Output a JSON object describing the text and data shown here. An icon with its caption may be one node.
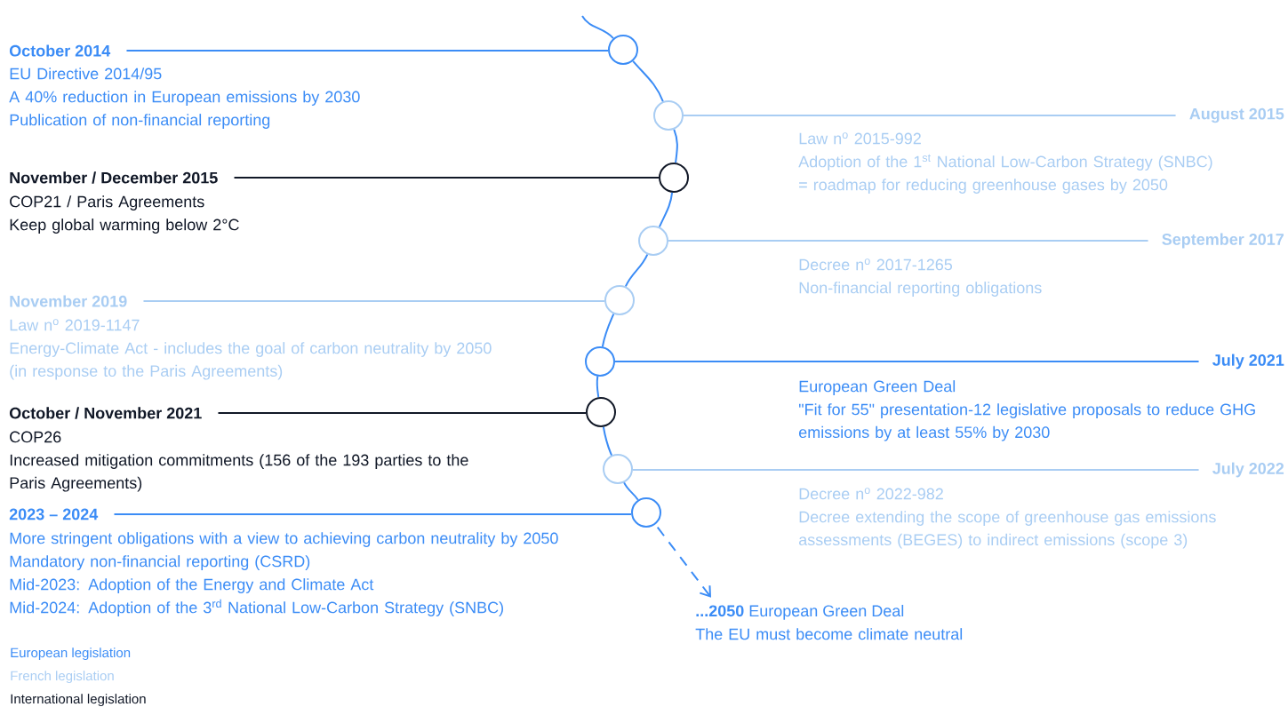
{
  "diagram": {
    "nodes": [
      {
        "text": [
          "October 2014",
          "EU Directive 2014/95",
          "A 40% reduction in European emissions by 2030",
          "Publication of non-financial reporting"
        ]
      },
      {
        "text": [],
        "shape": "circle"
      },
      {
        "text": [],
        "shape": "circle"
      },
      {
        "text": [
          "August 2015",
          "Law n$^{o}$ 2015-992",
          "Adoption of the 1$^{st}$ National Low-Carbon Strategy (SNBC)",
          "= roadmap for reducing greenhouse gases by 2050"
        ]
      },
      {
        "text": [
          "November / December 2015",
          "COP21 / Paris Agreements",
          "Keep global warming below 2°C"
        ]
      },
      {
        "text": [],
        "shape": "circle"
      },
      {
        "text": [],
        "shape": "circle"
      },
      {
        "text": [
          "September 2017",
          "Decree n$^{o}$ 2017-1265",
          "Non-financial reporting obligations"
        ]
      },
      {
        "text": [
          "November 2019",
          "Law n$^{o}$ 2019-1147",
          "Energy-Climate Act - includes the goal of carbon neutrality by 2050 (in response to the Paris Agreements)"
        ]
      },
      {
        "text": [],
        "shape": "circle"
      },
      {
        "text": [],
        "shape": "circle"
      },
      {
        "text": [
          "July 2021",
          "European Green Deal",
          "\"Fit for 55\" presentation-12 legislative proposals to reduce GHG emissions by at least 55% by 2030"
        ]
      },
      {
        "text": [
          "October / November 2021",
          "COP26",
          "Increased mitigation commitments (156 of the 193 parties to the Paris Agreements)"
        ]
      },
      {
        "text": [],
        "shape": "circle"
      },
      {
        "text": [],
        "shape": "circle"
      },
      {
        "text": [
          "July 2022",
          "Decree n$^{o}$ 2022-982",
          "Decree extending the scope of greenhouse gas emissions assessments (BEGES) to indirect emissions (scope 3)"
        ]
      },
      {
        "text": [
          "2023 – 2024",
          "More stringent obligations with a view to achieving carbon neutrality by 2050",
          "Mandatory non-financial reporting (CSRD)",
          "Mid-2023: Adoption of the Energy and Climate Act",
          "Mid-2024: Adoption of the 3$^{rd}$ National Low-Carbon Strategy (SNBC)"
        ]
      },
      {
        "text": [],
        "shape": "circle"
      },
      {
        "text": [
          "**...2050** European Green Deal",
          "The EU must become climate neutral"
        ]
      }
    ],
    "edges": [
      {
        "from": null,
        "to": 1,
        "arrow": "none"
      },
      {
        "from": 1,
        "to": 2,
        "arrow": "none"
      },
      {
        "from": 2,
        "to": 5,
        "arrow": "none"
      },
      {
        "from": 5,
        "to": 6,
        "arrow": "none"
      },
      {
        "from": 6,
        "to": 9,
        "arrow": "none"
      },
      {
        "from": 9,
        "to": 10,
        "arrow": "none"
      },
      {
        "from": 10,
        "to": 13,
        "arrow": "none"
      },
      {
        "from": 13,
        "to": 14,
        "arrow": "none"
      },
      {
        "from": 14,
        "to": 17,
        "arrow": "none"
      },
      {
        "from": 0,
        "to": 1,
        "arrow": "none"
      },
      {
        "from": 2,
        "to": 3,
        "arrow": "none",
        "color": "#a9cdf3"
      },
      {
        "from": 4,
        "to": 5,
        "arrow": "none",
        "color": "#111827"
      },
      {
        "from": 6,
        "to": 7,
        "arrow": "none",
        "color": "#a9cdf3"
      },
      {
        "from": 8,
        "to": 9,
        "arrow": "none",
        "color": "#a9cdf3"
      },
      {
        "from": 10,
        "to": 11,
        "arrow": "none"
      },
      {
        "from": 12,
        "to": 13,
        "arrow": "none",
        "color": "#111827"
      },
      {
        "from": 14,
        "to": 15,
        "arrow": "none",
        "color": "#a9cdf3"
      },
      {
        "from": 16,
        "to": 17,
        "arrow": "none"
      },
      {
        "from": 17,
        "to": 18,
        "arrow": "to",
        "style": "dashed"
      }
    ],
    "legend": [
      {
        "text": "European legislation",
        "color": "#3b8cf6"
      },
      {
        "text": "French legislation",
        "color": "#a9cdf3"
      },
      {
        "text": "International legislation",
        "color": "#111827"
      }
    ]
  }
}
